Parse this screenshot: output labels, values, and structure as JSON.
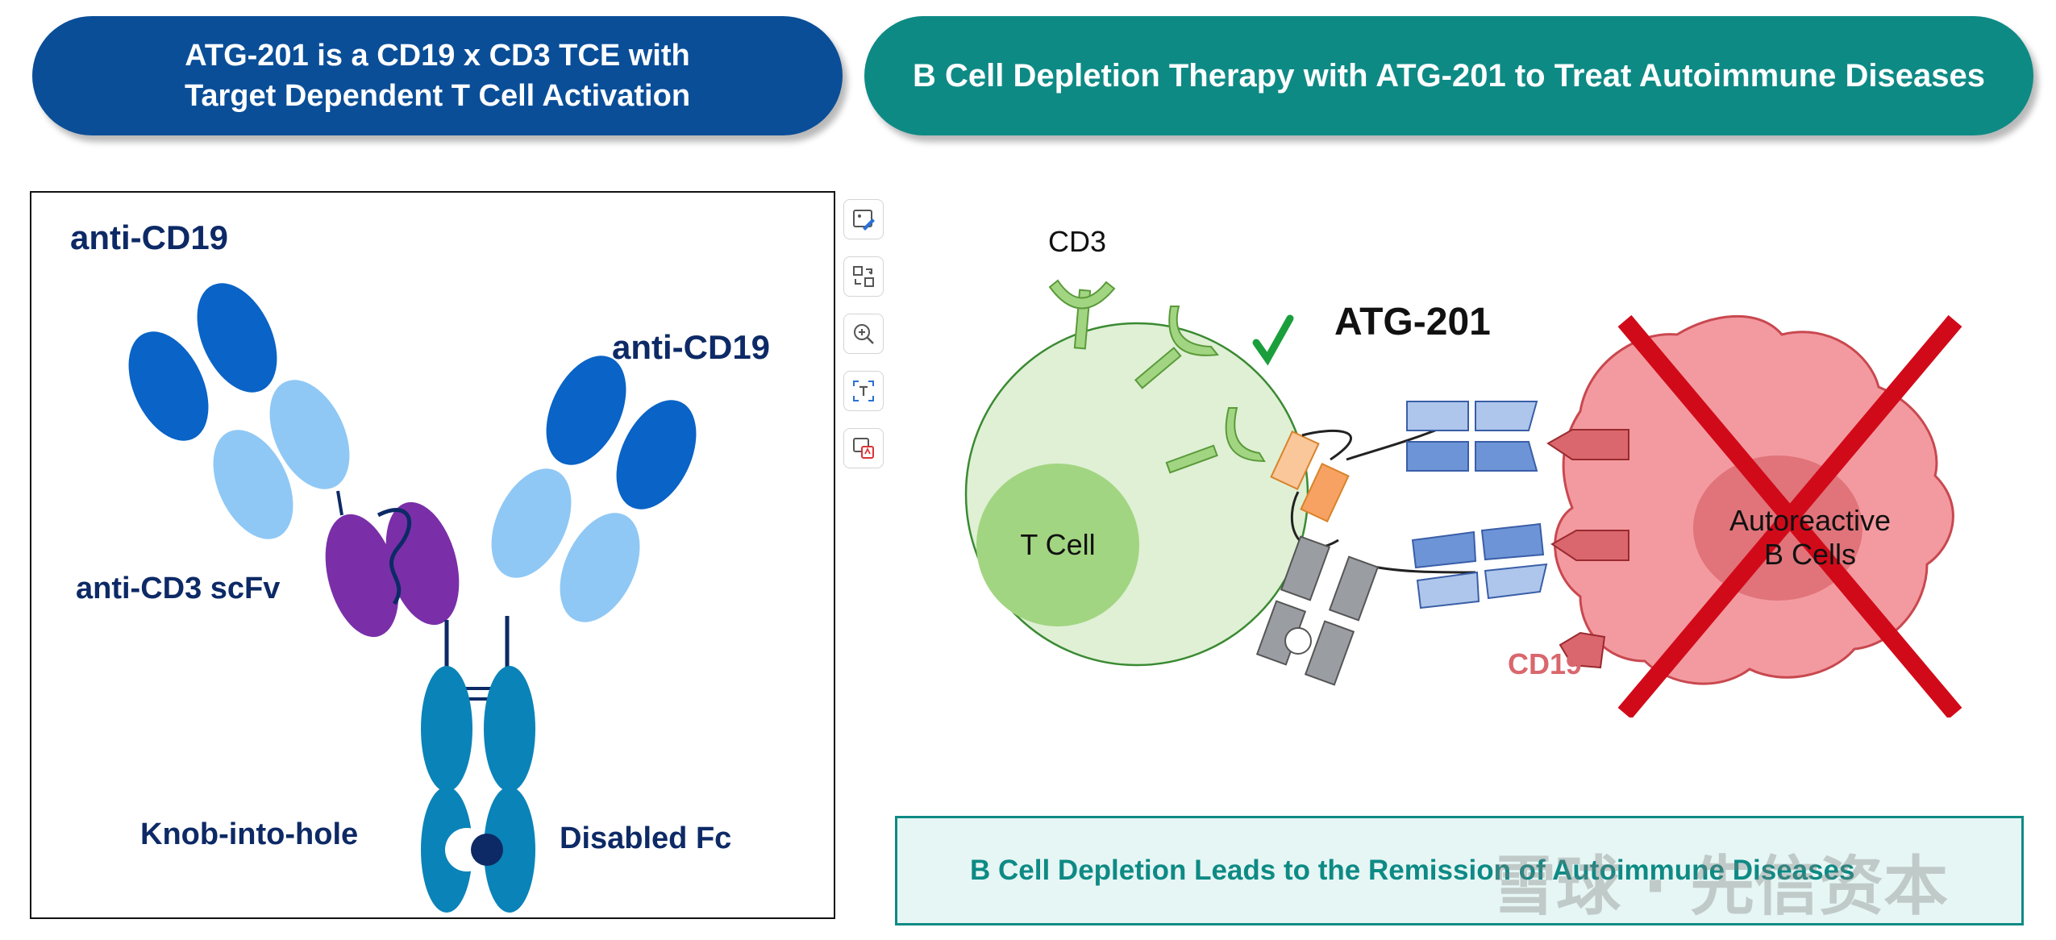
{
  "header": {
    "left_line1": "ATG-201 is a CD19 x CD3 TCE with",
    "left_line2": "Target Dependent T Cell Activation",
    "right_title": "B Cell Depletion Therapy with ATG-201 to Treat Autoimmune Diseases"
  },
  "antibody_diagram": {
    "label_top_left": "anti-CD19",
    "label_top_right": "anti-CD19",
    "label_scfv": "anti-CD3 scFv",
    "label_knob": "Knob-into-hole",
    "label_fc": "Disabled Fc"
  },
  "toolbar": {
    "items": [
      "edit-image-icon",
      "swap-icon",
      "zoom-in-icon",
      "text-recognize-icon",
      "image-translate-icon"
    ]
  },
  "mechanism_diagram": {
    "cd3_label": "CD3",
    "t_cell_label": "T Cell",
    "drug_label": "ATG-201",
    "cd19_label": "CD19",
    "b_cell_line1": "Autoreactive",
    "b_cell_line2": "B Cells"
  },
  "footer": {
    "message": "B Cell Depletion Leads to the Remission of Autoimmune Diseases",
    "watermark": "雪球 · 先信资本"
  },
  "colors": {
    "header_left": "#0a4e98",
    "header_right": "#0e8a85",
    "cross": "#d10a1a",
    "check": "#1a9f3c"
  }
}
